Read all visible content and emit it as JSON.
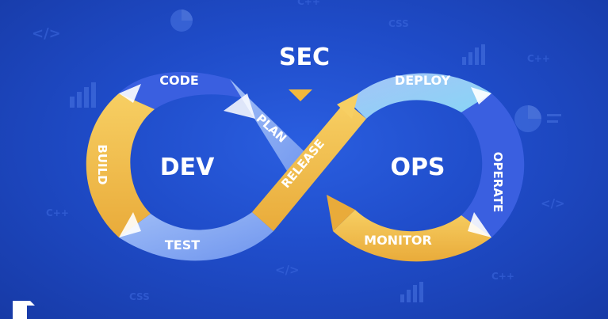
{
  "diagram": {
    "title": "SEC",
    "left_loop_label": "DEV",
    "right_loop_label": "OPS",
    "stages": {
      "code": "CODE",
      "build": "BUILD",
      "test": "TEST",
      "plan": "PLAN",
      "release": "RELEASE",
      "deploy": "DEPLOY",
      "operate": "OPERATE",
      "monitor": "MONITOR"
    }
  },
  "background_icons": {
    "code_tag": "</>",
    "cpp": "C++",
    "css": "CSS"
  },
  "colors": {
    "background": "#1f4cc9",
    "yellow": "#f2c14e",
    "blue_light": "#8fb0f5",
    "blue_dark": "#3a5fe0",
    "cyan": "#8fd6f7",
    "text": "#ffffff"
  },
  "logo": "corner-logo"
}
